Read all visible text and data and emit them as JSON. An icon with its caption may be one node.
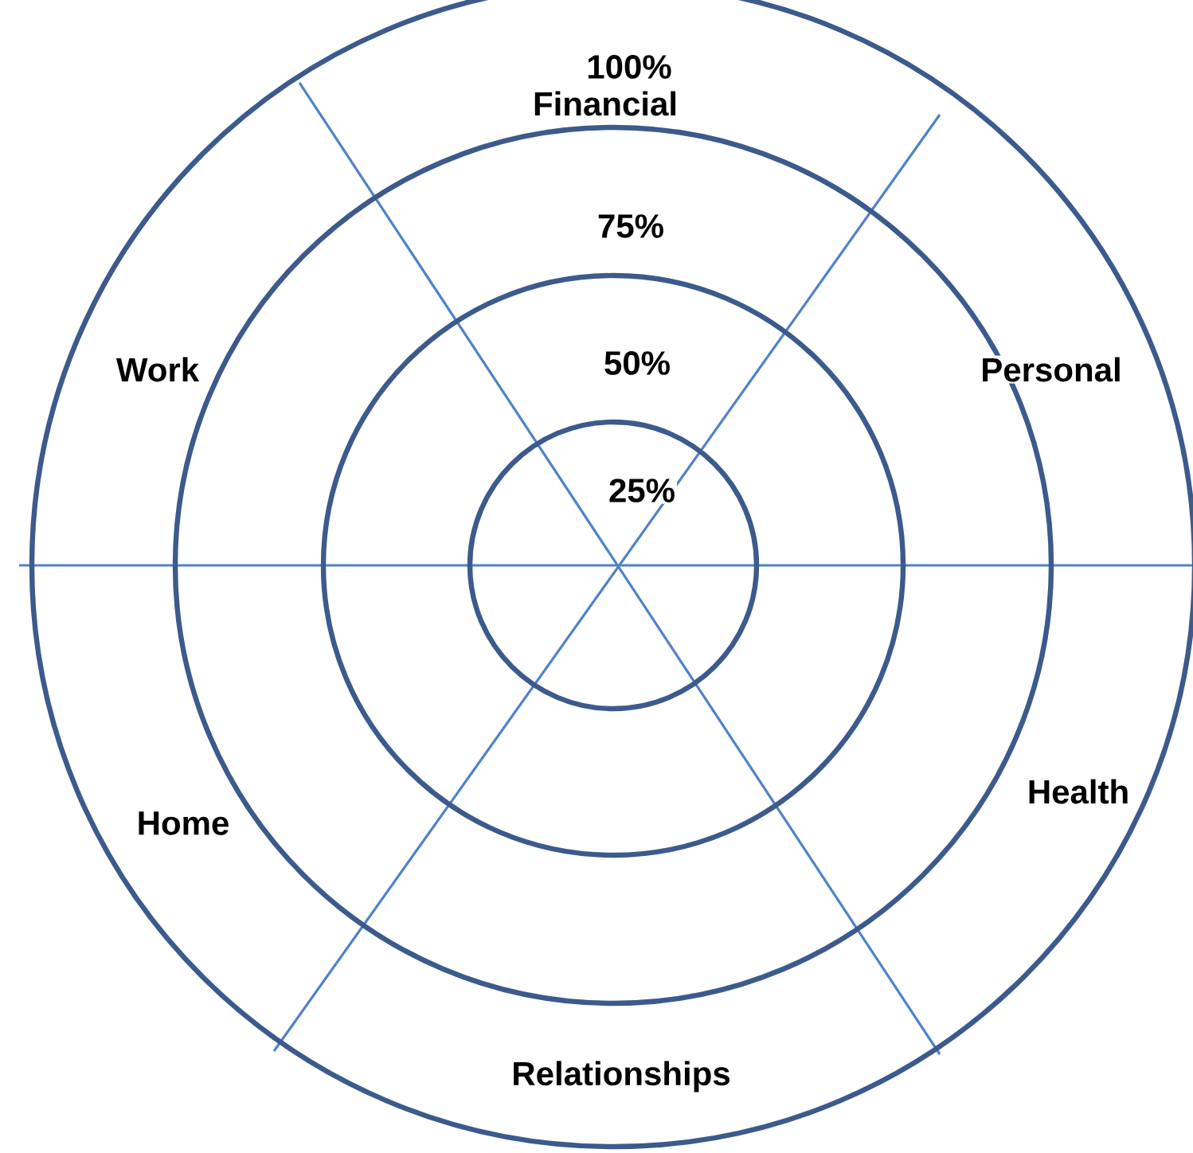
{
  "diagram": {
    "labels": [
      "100%",
      "Financial",
      "75%",
      "50%",
      "25%",
      "Work",
      "Personal",
      "Home",
      "Health",
      "Relationships"
    ]
  }
}
